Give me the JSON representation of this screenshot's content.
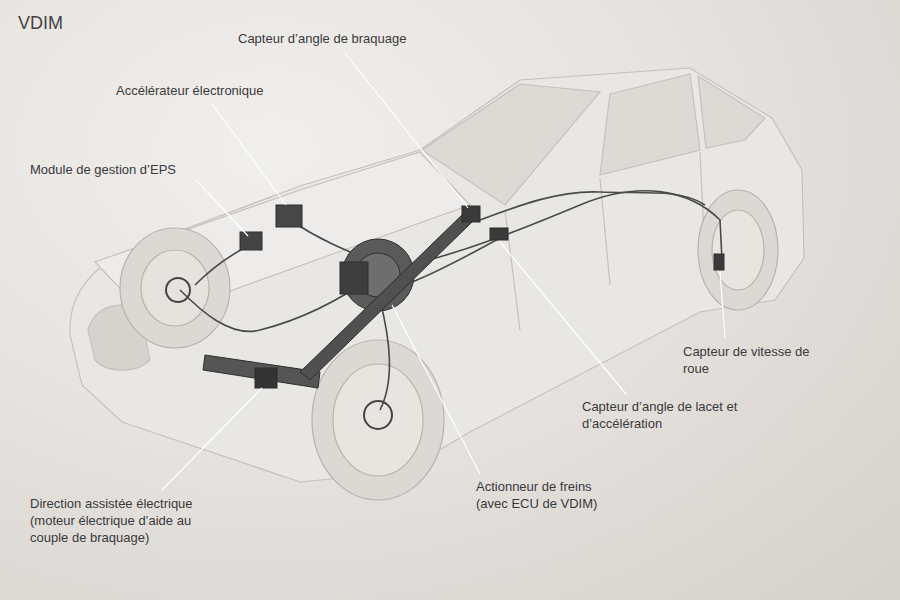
{
  "diagram": {
    "title": "VDIM",
    "labels": [
      "Capteur d’angle de braquage",
      "Accélérateur électronique",
      "Module de gestion d’EPS",
      "Capteur de vitesse de roue",
      "Capteur d’angle de lacet et d’accélération",
      "Actionneur de freins (avec ECU de VDIM)",
      "Direction assistée électrique (moteur électrique d’aide au couple de braquage)"
    ]
  }
}
